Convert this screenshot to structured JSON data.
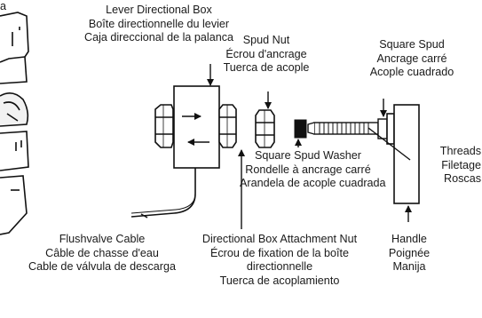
{
  "labels": {
    "corner_fragment": "a",
    "lever_box": [
      "Lever Directional Box",
      "Boîte directionnelle du levier",
      "Caja direccional de la palanca"
    ],
    "spud_nut": [
      "Spud Nut",
      "Écrou d'ancrage",
      "Tuerca de acople"
    ],
    "square_spud": [
      "Square Spud",
      "Ancrage carré",
      "Acople cuadrado"
    ],
    "threads": [
      "Threads",
      "Filetage",
      "Roscas"
    ],
    "washer": [
      "Square Spud Washer",
      "Rondelle à ancrage carré",
      "Arandela de acople cuadrada"
    ],
    "flushvalve_cable": [
      "Flushvalve Cable",
      "Câble de chasse d'eau",
      "Cable de válvula de descarga"
    ],
    "attachment_nut": [
      "Directional Box Attachment Nut",
      "Écrou de fixation de la boîte",
      "directionnelle",
      "Tuerca de acoplamiento"
    ],
    "handle": [
      "Handle",
      "Poignée",
      "Manija"
    ]
  }
}
